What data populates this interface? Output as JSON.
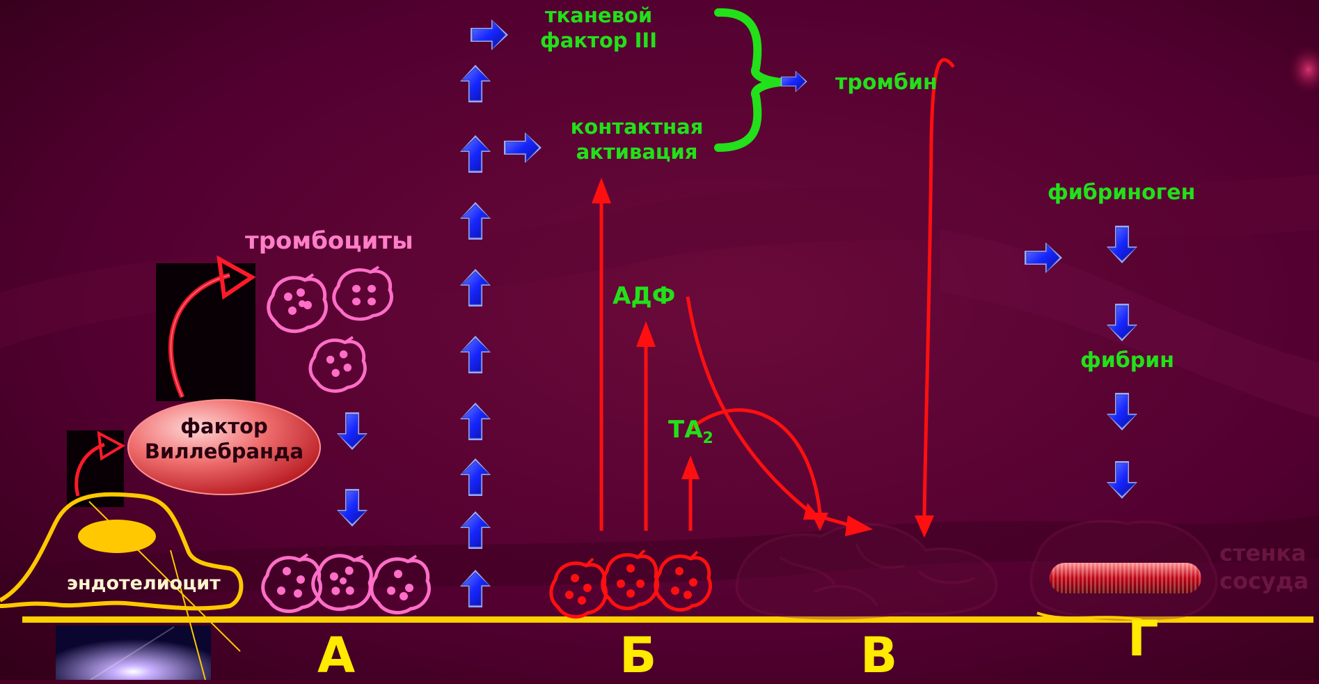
{
  "colors": {
    "background": "#4a0024",
    "label_green": "#22e01a",
    "platelet_pink": "#ff6ec7",
    "arrow_red": "#ff1010",
    "arrow_blue": "#1020ff",
    "baseline_yellow": "#ffd000"
  },
  "labels": {
    "tissue_factor_line1": "тканевой",
    "tissue_factor_line2": "фактор III",
    "contact_activation_line1": "контактная",
    "contact_activation_line2": "активация",
    "thrombin": "тромбин",
    "fibrinogen": "фибриноген",
    "fibrin": "фибрин",
    "platelets": "тромбоциты",
    "willebrand_line1": "фактор",
    "willebrand_line2": "Виллебранда",
    "adp": "АДФ",
    "ta2_main": "ТА",
    "ta2_sub": "2",
    "endothelial_cell": "эндотелиоцит",
    "vessel_wall_line1": "стенка",
    "vessel_wall_line2": "сосуда"
  },
  "stages": [
    "А",
    "Б",
    "В",
    "Г"
  ],
  "icons": {
    "up_arrow": "up-arrow-icon",
    "down_arrow": "down-arrow-icon",
    "right_arrow": "right-arrow-icon",
    "curved_arrow": "curved-arrow-icon"
  }
}
